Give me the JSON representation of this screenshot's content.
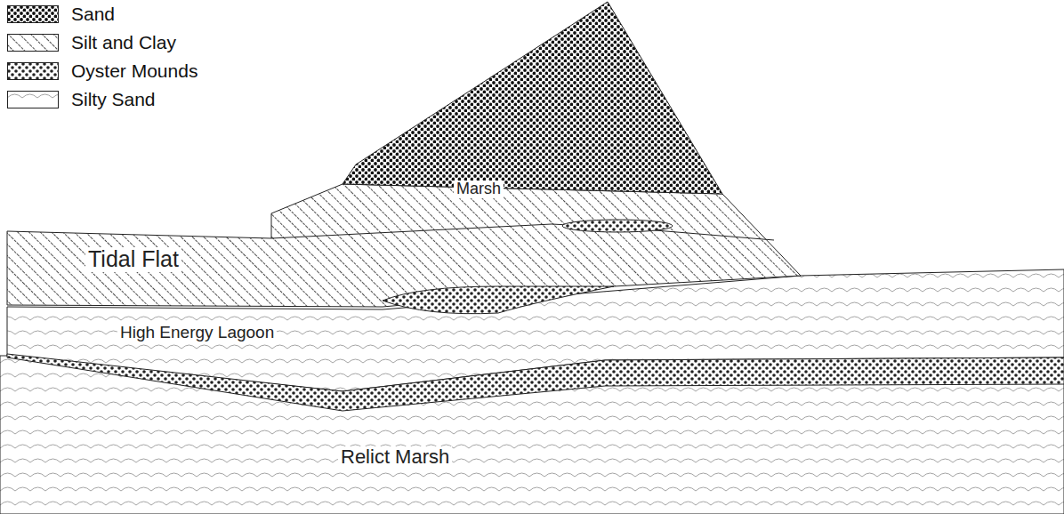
{
  "diagram": {
    "labels": [
      "Marsh",
      "Tidal Flat",
      "High Energy Lagoon",
      "Relict Marsh"
    ],
    "legend": [
      {
        "text": "Sand"
      },
      {
        "text": "Silt and Clay"
      },
      {
        "text": "Oyster Mounds"
      },
      {
        "text": "Silty Sand"
      }
    ]
  }
}
